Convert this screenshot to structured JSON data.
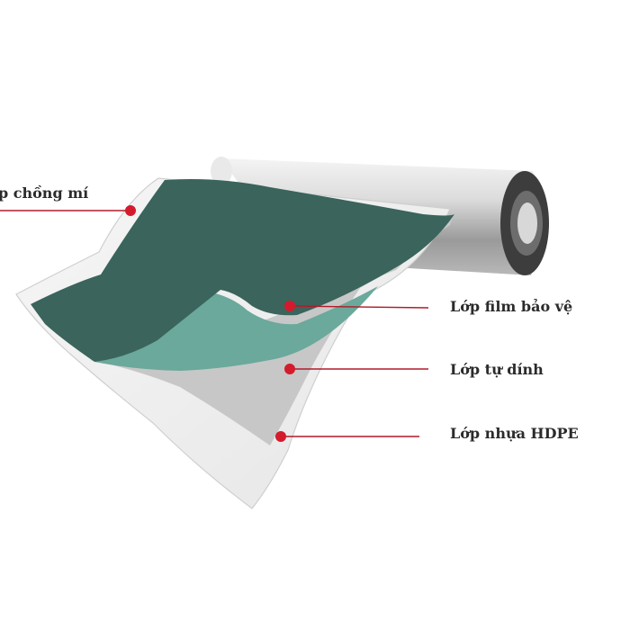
{
  "colors": {
    "film": "#3a645c",
    "adhesive_film": "#6aa99b",
    "hdpe": "#c7c7c7",
    "liner": "#eeeeee",
    "roll": "#d9d9d9",
    "callout_line": "#b01c2a",
    "callout_dot": "#d41b2c"
  },
  "labels": {
    "overlap": "p chồng mí",
    "film": "Lớp film bảo vệ",
    "adhesive": "Lớp tự dính",
    "hdpe": "Lớp nhựa HDPE"
  }
}
